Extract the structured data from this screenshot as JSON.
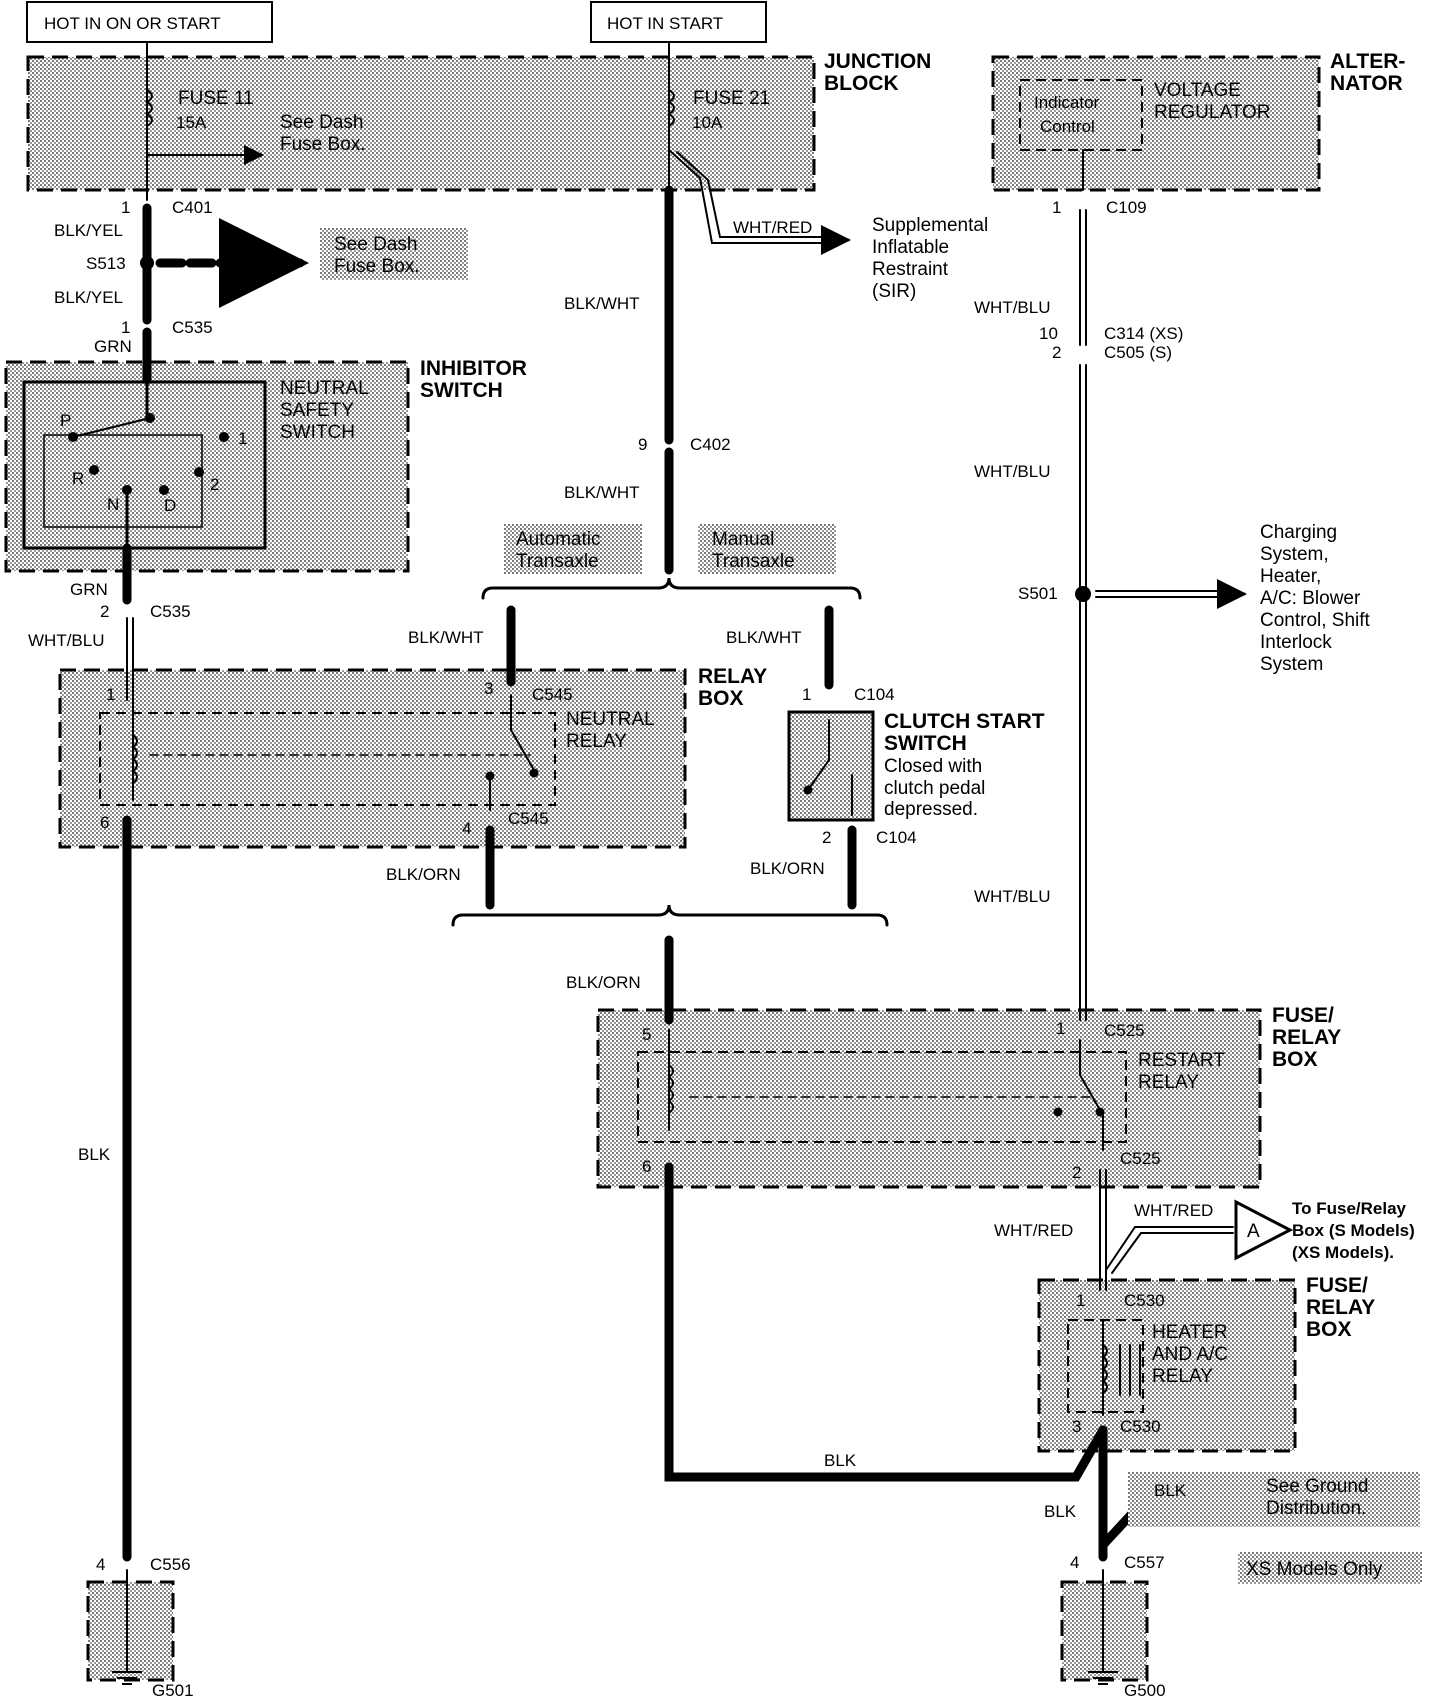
{
  "diagram": {
    "power_sources": {
      "hot_on_or_start": "HOT IN ON OR START",
      "hot_in_start": "HOT IN START"
    },
    "junction_block": {
      "title_1": "JUNCTION",
      "title_2": "BLOCK",
      "fuse11_name": "FUSE 11",
      "fuse11_amp": "15A",
      "fuse11_note_1": "See Dash",
      "fuse11_note_2": "Fuse Box.",
      "fuse21_name": "FUSE 21",
      "fuse21_amp": "10A"
    },
    "alternator": {
      "title_1": "ALTER-",
      "title_2": "NATOR",
      "regulator_1": "VOLTAGE",
      "regulator_2": "REGULATOR",
      "indicator_1": "Indicator",
      "indicator_2": "Control"
    },
    "sir": {
      "line_1": "Supplemental",
      "line_2": "Inflatable",
      "line_3": "Restraint",
      "line_4": "(SIR)"
    },
    "see_dash_fuse_box": {
      "line_1": "See Dash",
      "line_2": "Fuse Box."
    },
    "inhibitor_switch": {
      "title_1": "INHIBITOR",
      "title_2": "SWITCH",
      "inner_1": "NEUTRAL",
      "inner_2": "SAFETY",
      "inner_3": "SWITCH",
      "pos_p": "P",
      "pos_r": "R",
      "pos_n": "N",
      "pos_d": "D",
      "pos_2": "2",
      "pos_1": "1"
    },
    "transaxle": {
      "automatic_1": "Automatic",
      "automatic_2": "Transaxle",
      "manual_1": "Manual",
      "manual_2": "Transaxle"
    },
    "relay_box": {
      "title_1": "RELAY",
      "title_2": "BOX",
      "relay_1": "NEUTRAL",
      "relay_2": "RELAY"
    },
    "clutch_switch": {
      "title_1": "CLUTCH START",
      "title_2": "SWITCH",
      "note_1": "Closed with",
      "note_2": "clutch pedal",
      "note_3": "depressed."
    },
    "charging": {
      "line_1": "Charging",
      "line_2": "System,",
      "line_3": "Heater,",
      "line_4": "A/C: Blower",
      "line_5": "Control, Shift",
      "line_6": "Interlock",
      "line_7": "System"
    },
    "fuse_relay_box_1": {
      "title_1": "FUSE/",
      "title_2": "RELAY",
      "title_3": "BOX",
      "relay_1": "RESTART",
      "relay_2": "RELAY"
    },
    "fuse_relay_box_2": {
      "title_1": "FUSE/",
      "title_2": "RELAY",
      "title_3": "BOX",
      "relay_1": "HEATER",
      "relay_2": "AND A/C",
      "relay_3": "RELAY"
    },
    "to_fuse_relay": {
      "marker": "A",
      "line_1": "To Fuse/Relay",
      "line_2": "Box (S Models)",
      "line_3": "(XS Models)."
    },
    "ground_note": {
      "line_1": "See Ground",
      "line_2": "Distribution."
    },
    "xs_only": "XS Models Only",
    "wires": {
      "blk_yel": "BLK/YEL",
      "grn": "GRN",
      "wht_blu": "WHT/BLU",
      "blk_wht": "BLK/WHT",
      "wht_red": "WHT/RED",
      "blk_orn": "BLK/ORN",
      "blk": "BLK"
    },
    "splices": {
      "s513": "S513",
      "s501": "S501"
    },
    "connectors": {
      "c401": "C401",
      "c535": "C535",
      "c402": "C402",
      "c109": "C109",
      "c314": "C314 (XS)",
      "c505": "C505 (S)",
      "c545": "C545",
      "c104": "C104",
      "c525": "C525",
      "c530": "C530",
      "c556": "C556",
      "c557": "C557"
    },
    "pins": {
      "p1": "1",
      "p2": "2",
      "p3": "3",
      "p4": "4",
      "p5": "5",
      "p6": "6",
      "p9": "9",
      "p10": "10"
    },
    "grounds": {
      "g501": "G501",
      "g500": "G500"
    }
  }
}
